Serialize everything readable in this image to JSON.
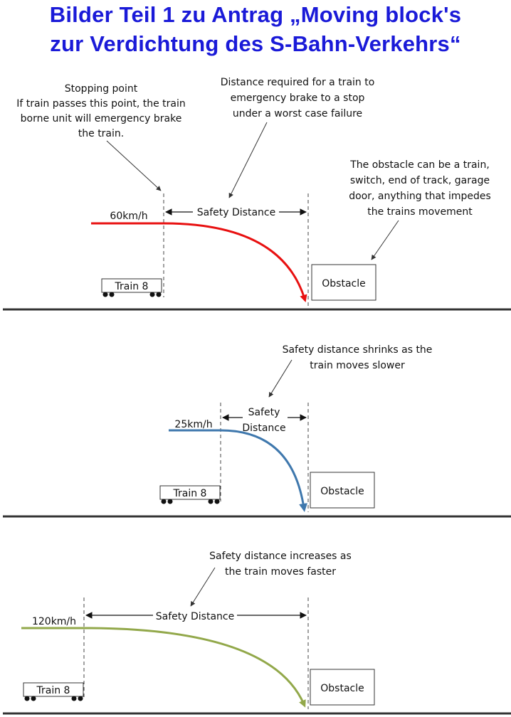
{
  "title": {
    "line1": "Bilder Teil 1 zu Antrag „Moving block's",
    "line2": "zur Verdichtung des S-Bahn-Verkehrs“"
  },
  "colors": {
    "title": "#1a1ad8",
    "curve_red": "#e81010",
    "curve_blue": "#3f78ad",
    "curve_green": "#92a84a"
  },
  "panel1": {
    "stopping_point": [
      "Stopping point",
      "If train passes this point, the train",
      "borne unit will emergency brake",
      "the train."
    ],
    "distance_required": [
      "Distance required for a train to",
      "emergency brake to a stop",
      "under a worst case failure"
    ],
    "obstacle_note": [
      "The obstacle can be a train,",
      "switch, end of track, garage",
      "door, anything that impedes",
      "the trains movement"
    ],
    "speed": "60km/h",
    "safety_distance": "Safety Distance",
    "train": "Train 8",
    "obstacle": "Obstacle"
  },
  "panel2": {
    "note": [
      "Safety distance shrinks as the",
      "train moves slower"
    ],
    "speed": "25km/h",
    "safety_distance": [
      "Safety",
      "Distance"
    ],
    "train": "Train 8",
    "obstacle": "Obstacle"
  },
  "panel3": {
    "note": [
      "Safety distance increases as",
      "the train moves faster"
    ],
    "speed": "120km/h",
    "safety_distance": "Safety Distance",
    "train": "Train 8",
    "obstacle": "Obstacle"
  }
}
